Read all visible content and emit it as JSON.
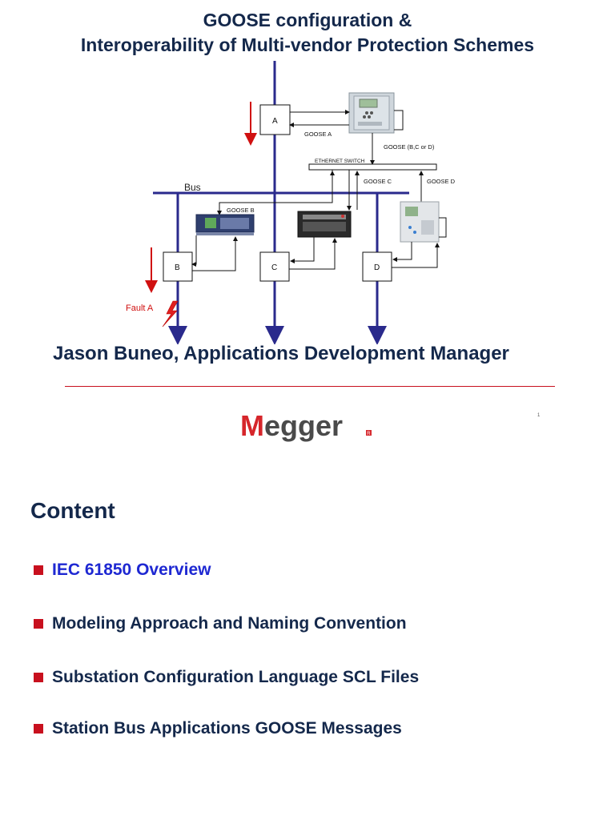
{
  "slide1": {
    "title_line1": "GOOSE configuration &",
    "title_line2": "Interoperability of Multi-vendor Protection Schemes",
    "author": "Jason Buneo, Applications Development Manager",
    "logo_text": "Megger",
    "logo_mark": "R",
    "page_number": "1",
    "diagram": {
      "breaker_a": "A",
      "breaker_b": "B",
      "breaker_c": "C",
      "breaker_d": "D",
      "bus_label": "Bus",
      "goose_a": "GOOSE  A",
      "goose_b": "GOOSE B",
      "goose_c": "GOOSE  C",
      "goose_d": "GOOSE  D",
      "goose_bcd": "GOOSE (B,C or D)",
      "switch_label": "ETHERNET SWITCH",
      "fault_label": "Fault A"
    }
  },
  "slide2": {
    "title": "Content",
    "bullets": [
      "IEC 61850 Overview",
      "Modeling Approach and Naming Convention",
      "Substation  Configuration Language SCL Files",
      "Station Bus Applications GOOSE Messages"
    ]
  },
  "colors": {
    "title": "#14284b",
    "bullet_square": "#c8101e",
    "active_bullet": "#1e28d2",
    "line": "#2a2a8c",
    "fault": "#d01010",
    "logo_red": "#d6262b",
    "logo_grey": "#4a4a4a"
  }
}
